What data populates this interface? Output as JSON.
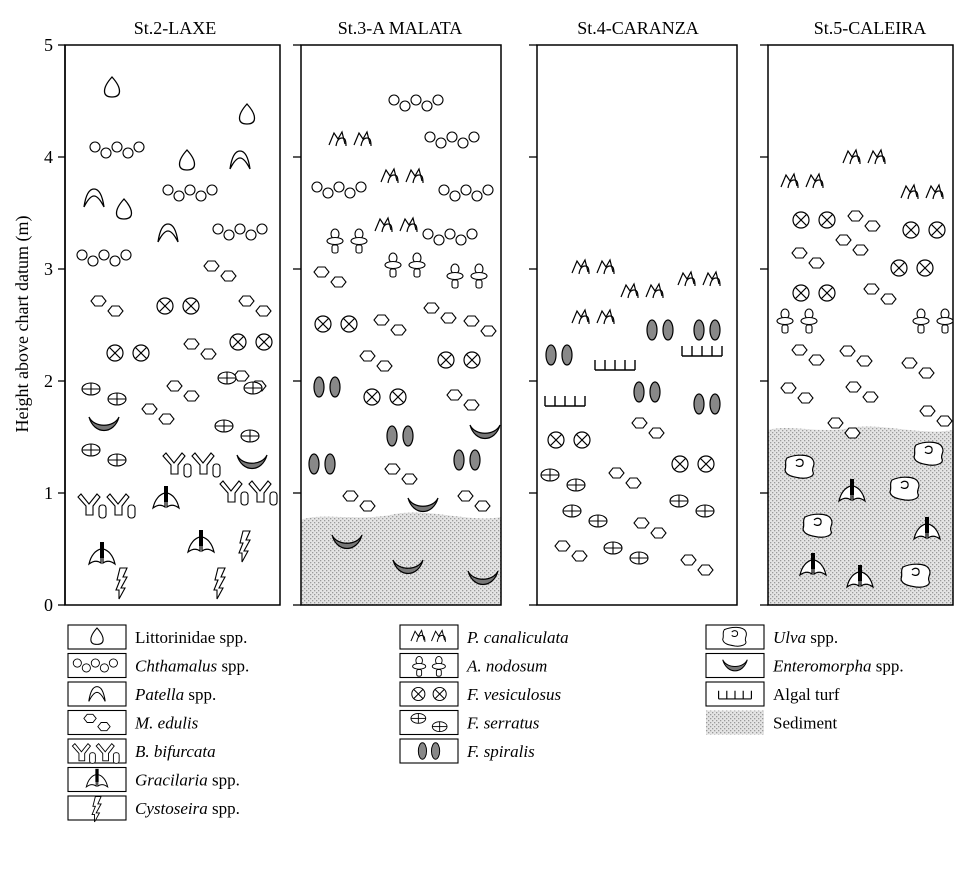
{
  "axis": {
    "ylabel": "Height above chart datum (m)",
    "ticks": [
      "0",
      "1",
      "2",
      "3",
      "4",
      "5"
    ]
  },
  "stations": [
    {
      "title": "St.2-LAXE"
    },
    {
      "title": "St.3-A MALATA"
    },
    {
      "title": "St.4-CARANZA"
    },
    {
      "title": "St.5-CALEIRA"
    }
  ],
  "legend": [
    {
      "key": "littorinidae",
      "name": "Littorinidae",
      "suffix": " spp.",
      "italic": false,
      "icon": "littorinidae-icon"
    },
    {
      "key": "chthamalus",
      "name": "Chthamalus",
      "suffix": " spp.",
      "italic": true,
      "icon": "chthamalus-icon"
    },
    {
      "key": "patella",
      "name": "Patella",
      "suffix": " spp.",
      "italic": true,
      "icon": "patella-icon"
    },
    {
      "key": "medulis",
      "name": "M. edulis",
      "suffix": "",
      "italic": true,
      "icon": "mussel-icon"
    },
    {
      "key": "bifurcata",
      "name": "B. bifurcata",
      "suffix": "",
      "italic": true,
      "icon": "bifurcaria-icon"
    },
    {
      "key": "gracilaria",
      "name": "Gracilaria",
      "suffix": " spp.",
      "italic": true,
      "icon": "gracilaria-icon"
    },
    {
      "key": "cystoseira",
      "name": "Cystoseira",
      "suffix": " spp.",
      "italic": true,
      "icon": "cystoseira-icon"
    },
    {
      "key": "pcanaliculata",
      "name": "P. canaliculata",
      "suffix": "",
      "italic": true,
      "icon": "pelvetia-icon"
    },
    {
      "key": "anodosum",
      "name": "A. nodosum",
      "suffix": "",
      "italic": true,
      "icon": "ascophyllum-icon"
    },
    {
      "key": "fvesiculosus",
      "name": "F. vesiculosus",
      "suffix": "",
      "italic": true,
      "icon": "fucus-vesiculosus-icon"
    },
    {
      "key": "fserratus",
      "name": "F. serratus",
      "suffix": "",
      "italic": true,
      "icon": "fucus-serratus-icon"
    },
    {
      "key": "fspiralis",
      "name": "F. spiralis",
      "suffix": "",
      "italic": true,
      "icon": "fucus-spiralis-icon"
    },
    {
      "key": "ulva",
      "name": "Ulva",
      "suffix": " spp.",
      "italic": true,
      "icon": "ulva-icon"
    },
    {
      "key": "enteromorpha",
      "name": "Enteromorpha",
      "suffix": " spp.",
      "italic": true,
      "icon": "enteromorpha-icon"
    },
    {
      "key": "turf",
      "name": "Algal turf",
      "suffix": "",
      "italic": false,
      "icon": "algal-turf-icon"
    },
    {
      "key": "sediment",
      "name": "Sediment",
      "suffix": "",
      "italic": false,
      "icon": "sediment-icon"
    }
  ],
  "colors": {
    "line": "#000000",
    "fill_dark": "#888888",
    "sediment": "#cfcfcf"
  },
  "zonation": [
    {
      "station": "St.2-LAXE",
      "sediment_top_m": null,
      "taxa": [
        {
          "key": "littorinidae",
          "heights_m": [
            4.6,
            4.4,
            3.9,
            3.5
          ]
        },
        {
          "key": "chthamalus",
          "heights_m": [
            4.0,
            3.65,
            3.3,
            3.1
          ]
        },
        {
          "key": "patella",
          "heights_m": [
            3.95,
            3.6,
            3.25
          ]
        },
        {
          "key": "medulis",
          "heights_m": [
            3.0,
            2.65,
            2.25,
            1.9,
            1.65
          ]
        },
        {
          "key": "fvesiculosus",
          "heights_m": [
            2.65,
            2.3,
            2.2
          ]
        },
        {
          "key": "fserratus",
          "heights_m": [
            2.0,
            1.9,
            1.8,
            1.6,
            1.5,
            1.35,
            1.25
          ]
        },
        {
          "key": "enteromorpha",
          "heights_m": [
            1.6,
            1.25
          ]
        },
        {
          "key": "bifurcata",
          "heights_m": [
            1.2,
            0.9
          ]
        },
        {
          "key": "gracilaria",
          "heights_m": [
            0.95,
            0.6,
            0.5
          ]
        },
        {
          "key": "cystoseira",
          "heights_m": [
            0.55,
            0.2
          ]
        }
      ]
    },
    {
      "station": "St.3-A MALATA",
      "sediment_top_m": 0.8,
      "taxa": [
        {
          "key": "chthamalus",
          "heights_m": [
            4.5,
            4.15,
            3.7,
            3.65,
            3.25
          ]
        },
        {
          "key": "pcanaliculata",
          "heights_m": [
            4.1,
            3.8,
            3.35
          ]
        },
        {
          "key": "anodosum",
          "heights_m": [
            3.2,
            3.0,
            2.95
          ]
        },
        {
          "key": "medulis",
          "heights_m": [
            2.9,
            2.6,
            2.45,
            2.15,
            1.8,
            1.15,
            0.95
          ]
        },
        {
          "key": "fvesiculosus",
          "heights_m": [
            2.45,
            2.2,
            1.85
          ]
        },
        {
          "key": "fspiralis",
          "heights_m": [
            1.9,
            1.5,
            1.25,
            1.2
          ]
        },
        {
          "key": "enteromorpha",
          "heights_m": [
            1.5,
            0.9,
            0.55,
            0.35,
            0.25
          ]
        }
      ]
    },
    {
      "station": "St.4-CARANZA",
      "sediment_top_m": null,
      "taxa": [
        {
          "key": "pcanaliculata",
          "heights_m": [
            2.95,
            2.8,
            2.55
          ]
        },
        {
          "key": "fspiralis",
          "heights_m": [
            2.4,
            2.2,
            1.95,
            1.8
          ]
        },
        {
          "key": "turf",
          "heights_m": [
            2.2,
            2.1,
            1.8
          ]
        },
        {
          "key": "fvesiculosus",
          "heights_m": [
            1.45,
            1.25
          ]
        },
        {
          "key": "fserratus",
          "heights_m": [
            1.15,
            1.05,
            0.95,
            0.85,
            0.75,
            0.5,
            0.4
          ]
        },
        {
          "key": "medulis",
          "heights_m": [
            1.55,
            1.15,
            0.7,
            0.5,
            0.4
          ]
        }
      ]
    },
    {
      "station": "St.5-CALEIRA",
      "sediment_top_m": 1.5,
      "taxa": [
        {
          "key": "pcanaliculata",
          "heights_m": [
            4.0,
            3.75,
            3.65
          ]
        },
        {
          "key": "fvesiculosus",
          "heights_m": [
            3.4,
            3.35,
            3.0,
            2.8
          ]
        },
        {
          "key": "medulis",
          "heights_m": [
            3.35,
            3.1,
            2.75,
            2.2,
            1.9,
            1.55
          ]
        },
        {
          "key": "anodosum",
          "heights_m": [
            2.55,
            2.5
          ]
        },
        {
          "key": "ulva",
          "heights_m": [
            1.4,
            1.15,
            0.75,
            0.3
          ]
        },
        {
          "key": "gracilaria",
          "heights_m": [
            1.05,
            0.7,
            0.35,
            0.25
          ]
        }
      ]
    }
  ]
}
